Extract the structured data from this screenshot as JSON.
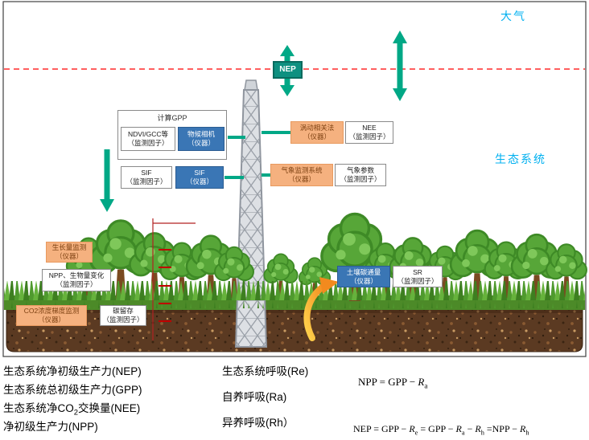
{
  "scene": {
    "atmosphere_label": "大气",
    "ecosystem_label": "生态系统",
    "nep_label": "NEP"
  },
  "boxes": {
    "gpp_group_title": "计算GPP",
    "ndvi": {
      "line1": "NDVI/GCC等",
      "line2": "（监测因子）"
    },
    "phenocam": {
      "line1": "物候相机",
      "line2": "（仪器）"
    },
    "sif_factor": {
      "line1": "SIF",
      "line2": "（监测因子）"
    },
    "sif_inst": {
      "line1": "SIF",
      "line2": "（仪器）"
    },
    "eddy": {
      "line1": "涡动相关法",
      "line2": "（仪器）"
    },
    "nee": {
      "line1": "NEE",
      "line2": "（监测因子）"
    },
    "met_sys": {
      "line1": "气象监测系统",
      "line2": "（仪器）"
    },
    "met_param": {
      "line1": "气象参数",
      "line2": "（监测因子）"
    },
    "growth": {
      "line1": "生长量监测",
      "line2": "（仪器）"
    },
    "npp_biomass": {
      "line1": "NPP、生物量变化",
      "line2": "（监测因子）"
    },
    "co2_gradient": {
      "line1": "CO2浓度梯度监测",
      "line2": "（仪器）"
    },
    "carbon_storage": {
      "line1": "碳留存",
      "line2": "（监测因子）"
    },
    "soil_flux": {
      "line1": "土壤碳通量",
      "line2": "（仪器）"
    },
    "sr": {
      "line1": "SR",
      "line2": "（监测因子）"
    }
  },
  "legend": {
    "nep": "生态系统净初级生产力(NEP)",
    "gpp": "生态系统总初级生产力(GPP)",
    "nee_p1": "生态系统净CO",
    "nee_sub": "2",
    "nee_p2": "交换量(NEE)",
    "npp": "净初级生产力(NPP)",
    "re": "生态系统呼吸(Re)",
    "ra": "自养呼吸(Ra)",
    "rh": "异养呼吸(Rh）"
  },
  "formulas": {
    "f1": {
      "p1": "NPP = GPP − ",
      "r1": "R",
      "s1": "a"
    },
    "f2": {
      "p1": "NEP = GPP − ",
      "r1": "R",
      "s1": "e",
      "p2": " = GPP − ",
      "r2": "R",
      "s2": "a",
      "p3": " − ",
      "r3": "R",
      "s3": "h",
      "p4": " =NPP − ",
      "r4": "R",
      "s4": "h"
    }
  },
  "colors": {
    "arrow_teal": "#00A886",
    "nep_box": "#0E9080",
    "instrument_orange": "#F5B17F",
    "instrument_blue": "#3A76B5",
    "label_cyan": "#00B0F0",
    "boundary_red": "#FF2A2A"
  }
}
